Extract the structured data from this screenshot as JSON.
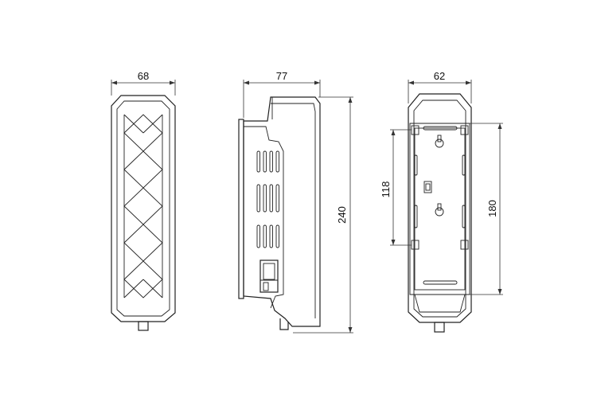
{
  "colors": {
    "stroke": "#222222",
    "background": "#ffffff"
  },
  "dimensions": {
    "front_width": "68",
    "side_depth": "77",
    "side_height": "240",
    "back_width": "62",
    "back_hole_spacing": "118",
    "back_height": "180"
  }
}
